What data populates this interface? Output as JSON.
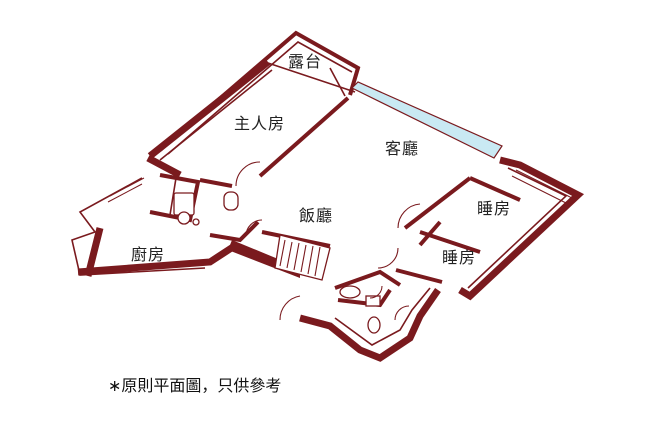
{
  "rooms": {
    "balcony": "露台",
    "master_bedroom": "主人房",
    "living_room": "客廳",
    "dining_room": "飯廳",
    "kitchen": "廚房",
    "bedroom_1": "睡房",
    "bedroom_2": "睡房"
  },
  "footnote": "∗原則平面圖，只供參考",
  "colors": {
    "wall": "#7a1a1e",
    "window_glass": "#c9e9f3",
    "background": "#ffffff"
  }
}
